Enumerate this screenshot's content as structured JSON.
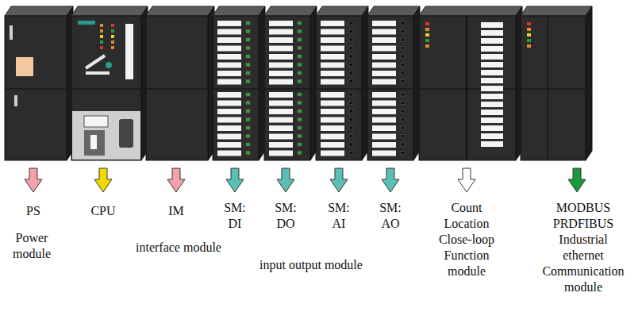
{
  "diagram": {
    "labels": [
      "PS",
      "Power module",
      "CPU",
      "IM",
      "interface module",
      "SM: DI",
      "SM: DO",
      "SM: AI",
      "SM: AO",
      "input output module",
      "Count Location Close-loop Function module",
      "MODBUS PRDFIBUS Industrial ethernet Communication module"
    ]
  }
}
